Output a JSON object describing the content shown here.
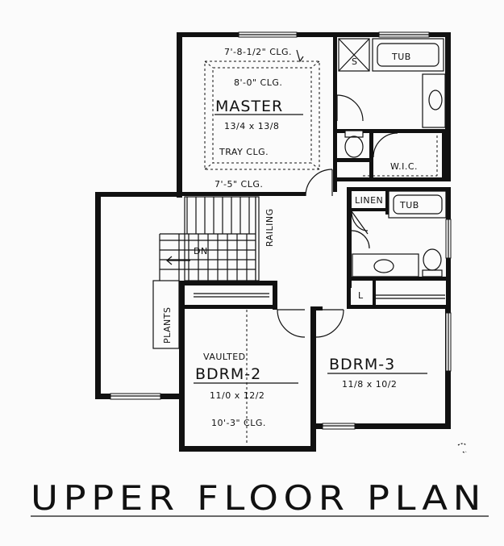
{
  "title": "UPPER FLOOR PLAN",
  "rooms": {
    "master": {
      "name": "MASTER",
      "size": "13/4 x 13/8",
      "ceiling_top": "7'-8-1/2\" CLG.",
      "ceiling_inner": "8'-0\" CLG.",
      "ceiling_note": "TRAY CLG.",
      "ceiling_bottom": "7'-5\" CLG."
    },
    "bath_master": {
      "tub": "TUB",
      "shower": "S"
    },
    "wic": {
      "name": "W.I.C."
    },
    "bath_hall": {
      "linen": "LINEN",
      "tub": "TUB"
    },
    "closet_l": {
      "name": "L"
    },
    "stair": {
      "dn": "DN",
      "railing": "RAILING",
      "plants": "PLANTS"
    },
    "bdrm2": {
      "prefix": "VAULTED",
      "name": "BDRM-2",
      "size": "11/0 x 12/2",
      "ceiling": "10'-3\" CLG."
    },
    "bdrm3": {
      "name": "BDRM-3",
      "size": "11/8 x 10/2"
    }
  }
}
